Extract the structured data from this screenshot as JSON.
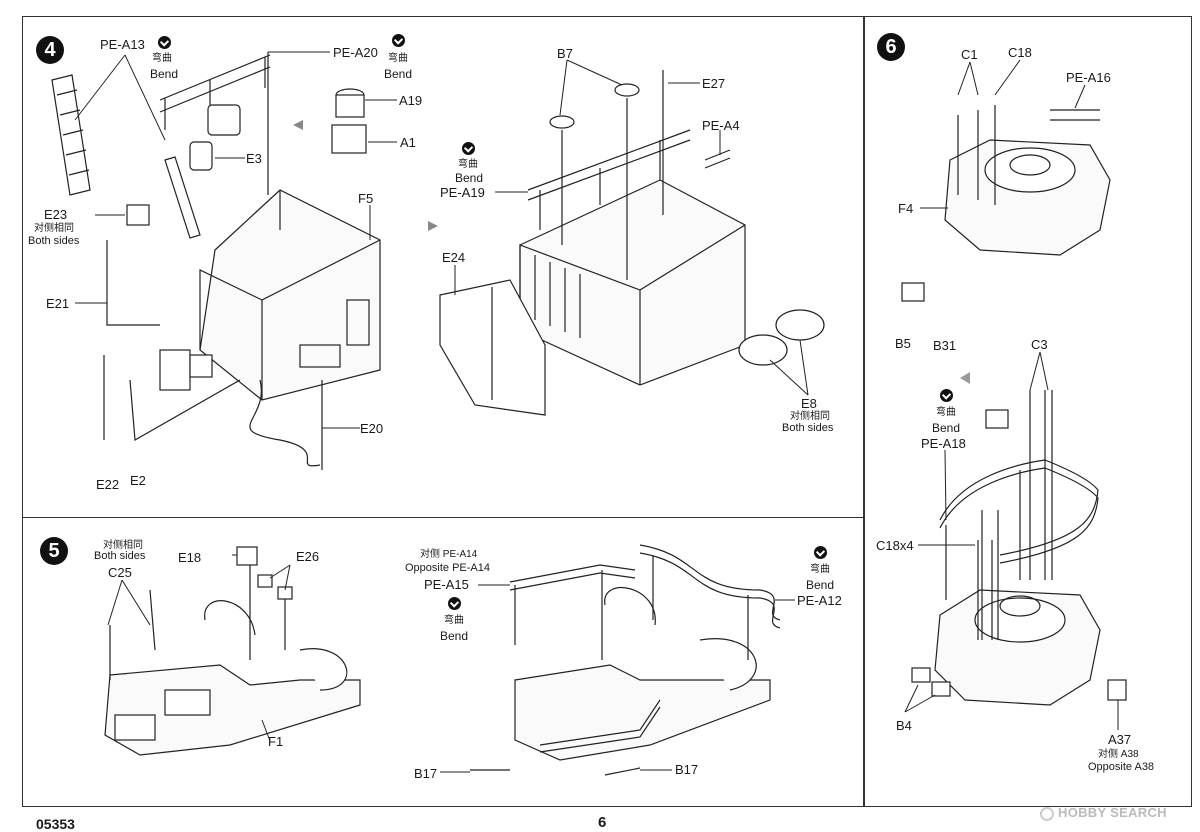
{
  "footer": {
    "code": "05353",
    "page": "6",
    "brand": "HOBBY SEARCH"
  },
  "bend": {
    "cn": "弯曲",
    "en": "Bend"
  },
  "both_sides": {
    "cn": "对侧相同",
    "en": "Both sides"
  },
  "opposite": {
    "cn": "对侧",
    "en": "Opposite"
  },
  "step4": {
    "number": "4",
    "labels": {
      "pe_a13": "PE-A13",
      "pe_a20": "PE-A20",
      "a19": "A19",
      "a1": "A1",
      "e3": "E3",
      "f5": "F5",
      "e23": "E23",
      "e21": "E21",
      "e22": "E22",
      "e2": "E2",
      "e20": "E20",
      "b7": "B7",
      "e27": "E27",
      "pe_a4": "PE-A4",
      "pe_a19": "PE-A19",
      "e24": "E24",
      "e8": "E8"
    }
  },
  "step5": {
    "number": "5",
    "labels": {
      "c25": "C25",
      "e18": "E18",
      "e26": "E26",
      "f1": "F1",
      "pe_a14_line": "对侧 PE-A14",
      "opposite_pe_a14": "Opposite PE-A14",
      "pe_a15": "PE-A15",
      "pe_a12": "PE-A12",
      "b17_left": "B17",
      "b17_right": "B17"
    }
  },
  "step6": {
    "number": "6",
    "labels": {
      "c1": "C1",
      "c18": "C18",
      "pe_a16": "PE-A16",
      "f4": "F4",
      "b5": "B5",
      "b31": "B31",
      "c3": "C3",
      "pe_a18": "PE-A18",
      "c18x4": "C18x4",
      "b4": "B4",
      "a37": "A37",
      "a38_line": "对侧 A38",
      "opposite_a38": "Opposite A38"
    }
  }
}
